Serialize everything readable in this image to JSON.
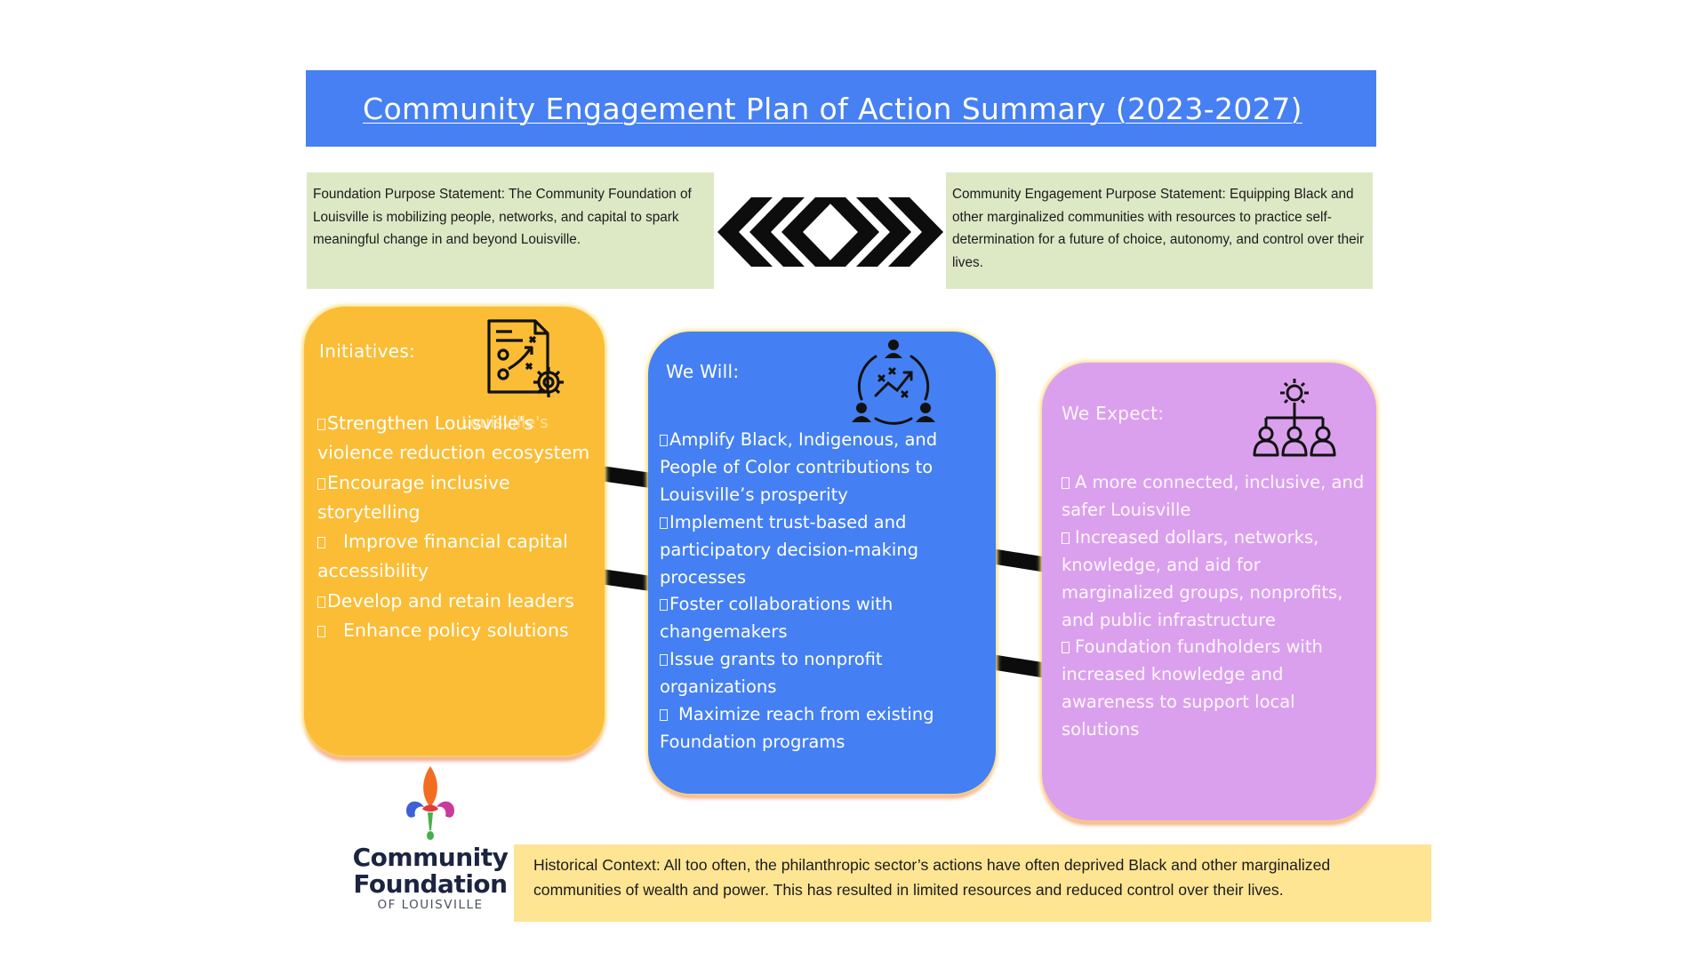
{
  "title": "Community Engagement Plan of Action Summary (2023-2027)",
  "foundation_purpose": "Foundation Purpose Statement: The Community Foundation of Louisville is mobilizing people, networks, and capital to spark meaningful change in and beyond Louisville.",
  "engagement_purpose": "Community Engagement Purpose Statement: Equipping Black and other marginalized communities with resources to practice self-determination for a future of choice, autonomy, and control over their lives.",
  "initiatives": {
    "heading": "Initiatives:",
    "overlap_label": "Louisville's",
    "items": [
      "Strengthen Louisville's violence reduction ecosystem",
      "Encourage inclusive storytelling",
      "Improve financial capital accessibility",
      "Develop and retain leaders",
      "Enhance policy solutions"
    ]
  },
  "we_will": {
    "heading": "We Will:",
    "items": [
      "Amplify Black, Indigenous, and People of Color contributions to Louisville’s prosperity",
      "Implement trust-based and participatory decision-making processes",
      "Foster collaborations with changemakers",
      "Issue grants to nonprofit organizations",
      "Maximize reach from existing Foundation programs"
    ]
  },
  "we_expect": {
    "heading": "We Expect:",
    "items": [
      "A more connected, inclusive, and safer Louisville",
      "Increased dollars, networks, knowledge, and aid for marginalized groups, nonprofits, and public infrastructure",
      "Foundation fundholders with increased knowledge and awareness to support local solutions"
    ]
  },
  "logo": {
    "line1": "Community",
    "line2": "Foundation",
    "line3": "OF LOUISVILLE"
  },
  "historical_context": "Historical Context: All too often, the philanthropic sector’s actions have often deprived Black and other marginalized communities of wealth and power. This has resulted in limited resources and reduced control over their lives.",
  "colors": {
    "banner": "#4680f2",
    "purpose_bg": "#dde8c5",
    "initiatives_card": "#fbbd36",
    "will_card": "#4480f3",
    "expect_card": "#dba0ed",
    "history_bg": "#fde594"
  },
  "icons": [
    "strategy-document-gear-icon",
    "team-growth-chart-icon",
    "hierarchy-gear-people-icon",
    "double-chevron-arrows-icon"
  ]
}
